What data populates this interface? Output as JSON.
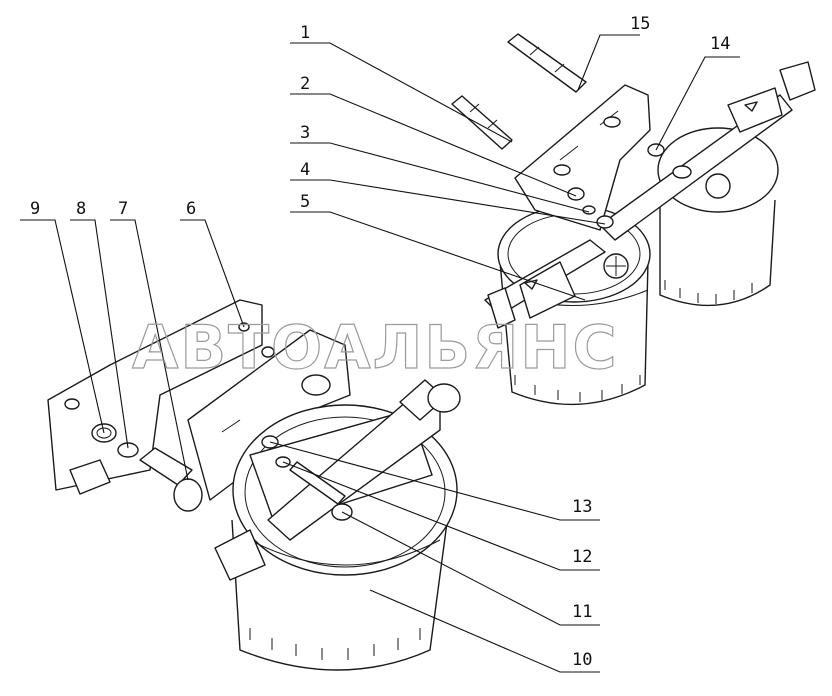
{
  "watermark": "АВТОАЛЬЯНС",
  "callouts": {
    "c1": "1",
    "c2": "2",
    "c3": "3",
    "c4": "4",
    "c5": "5",
    "c6": "6",
    "c7": "7",
    "c8": "8",
    "c9": "9",
    "c10": "10",
    "c11": "11",
    "c12": "12",
    "c13": "13",
    "c14": "14",
    "c15": "15"
  },
  "colors": {
    "line": "#1a1a1a",
    "watermark": "#9a9a9a",
    "background": "#ffffff"
  }
}
